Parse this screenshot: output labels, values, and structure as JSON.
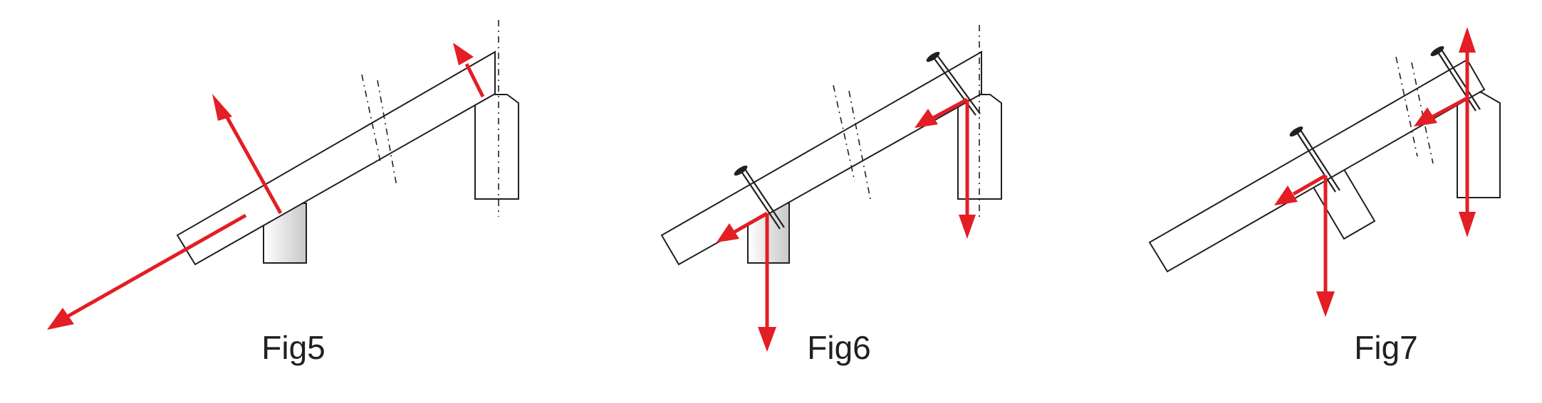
{
  "figures": [
    {
      "label": "Fig5"
    },
    {
      "label": "Fig6"
    },
    {
      "label": "Fig7"
    }
  ],
  "colors": {
    "force_arrow": "#e31e24",
    "outline": "#231f20",
    "block_gradient_light": "#ffffff",
    "block_gradient_dark": "#c8c8c8"
  },
  "icons": [
    "force-arrow",
    "nail-icon"
  ]
}
